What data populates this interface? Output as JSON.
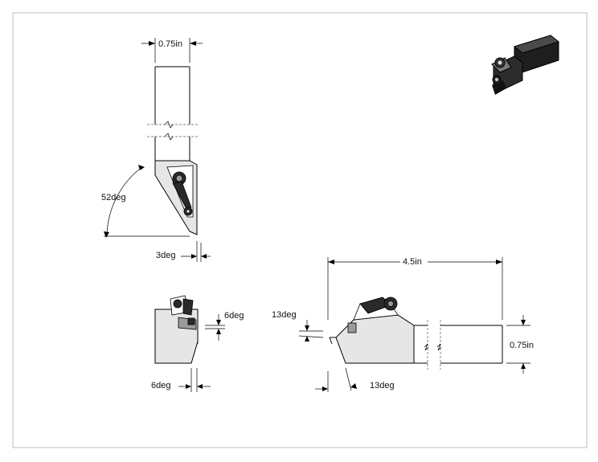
{
  "drawing": {
    "top_view": {
      "width_dim": "0.75in",
      "angle_dim": "52deg",
      "relief_dim": "3deg"
    },
    "end_view": {
      "side_dim": "6deg",
      "bottom_dim": "6deg"
    },
    "side_view": {
      "length_dim": "4.5in",
      "height_dim": "0.75in",
      "left_dim": "13deg",
      "bottom_dim": "13deg"
    }
  },
  "colors": {
    "line": "#000000",
    "fill": "#e6e6e6",
    "dark": "#2a2a2a"
  }
}
